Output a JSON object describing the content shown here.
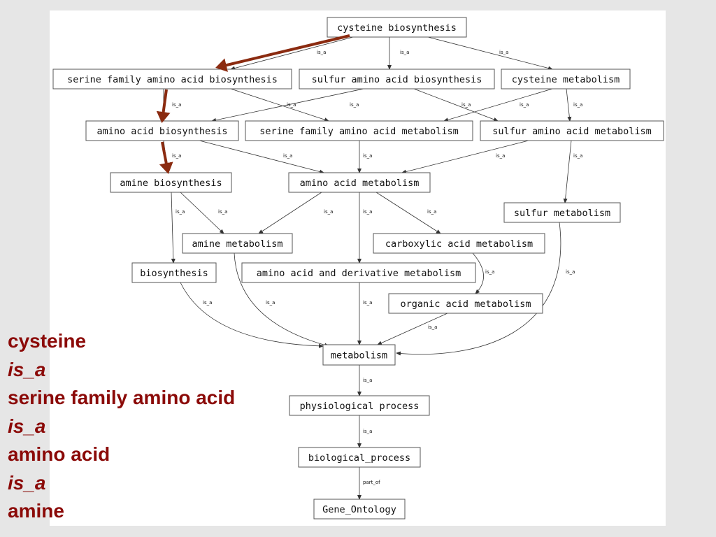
{
  "diagram": {
    "nodes": [
      {
        "id": "cys_bio",
        "label": "cysteine biosynthesis"
      },
      {
        "id": "ser_fam_bio",
        "label": "serine family amino acid biosynthesis"
      },
      {
        "id": "sulf_aa_bio",
        "label": "sulfur amino acid biosynthesis"
      },
      {
        "id": "cys_met",
        "label": "cysteine metabolism"
      },
      {
        "id": "aa_bio",
        "label": "amino acid biosynthesis"
      },
      {
        "id": "ser_fam_met",
        "label": "serine family amino acid metabolism"
      },
      {
        "id": "sulf_aa_met",
        "label": "sulfur amino acid metabolism"
      },
      {
        "id": "amine_bio",
        "label": "amine biosynthesis"
      },
      {
        "id": "aa_met",
        "label": "amino acid metabolism"
      },
      {
        "id": "sulf_met",
        "label": "sulfur metabolism"
      },
      {
        "id": "amine_met",
        "label": "amine metabolism"
      },
      {
        "id": "carbox_met",
        "label": "carboxylic acid metabolism"
      },
      {
        "id": "biosyn",
        "label": "biosynthesis"
      },
      {
        "id": "aa_deriv_met",
        "label": "amino acid and derivative metabolism"
      },
      {
        "id": "org_acid_met",
        "label": "organic acid metabolism"
      },
      {
        "id": "metabolism",
        "label": "metabolism"
      },
      {
        "id": "phys_proc",
        "label": "physiological process"
      },
      {
        "id": "bio_proc",
        "label": "biological_process"
      },
      {
        "id": "gene_ont",
        "label": "Gene_Ontology"
      }
    ],
    "edges": [
      {
        "from": "cys_bio",
        "to": "ser_fam_bio",
        "label": "is_a"
      },
      {
        "from": "cys_bio",
        "to": "sulf_aa_bio",
        "label": "is_a"
      },
      {
        "from": "cys_bio",
        "to": "cys_met",
        "label": "is_a"
      },
      {
        "from": "ser_fam_bio",
        "to": "aa_bio",
        "label": "is_a"
      },
      {
        "from": "ser_fam_bio",
        "to": "ser_fam_met",
        "label": "is_a"
      },
      {
        "from": "sulf_aa_bio",
        "to": "aa_bio",
        "label": "is_a"
      },
      {
        "from": "sulf_aa_bio",
        "to": "sulf_aa_met",
        "label": "is_a"
      },
      {
        "from": "cys_met",
        "to": "ser_fam_met",
        "label": "is_a"
      },
      {
        "from": "cys_met",
        "to": "sulf_aa_met",
        "label": "is_a"
      },
      {
        "from": "aa_bio",
        "to": "amine_bio",
        "label": "is_a"
      },
      {
        "from": "aa_bio",
        "to": "aa_met",
        "label": "is_a"
      },
      {
        "from": "ser_fam_met",
        "to": "aa_met",
        "label": "is_a"
      },
      {
        "from": "sulf_aa_met",
        "to": "aa_met",
        "label": "is_a"
      },
      {
        "from": "sulf_aa_met",
        "to": "sulf_met",
        "label": "is_a"
      },
      {
        "from": "amine_bio",
        "to": "biosyn",
        "label": "is_a"
      },
      {
        "from": "amine_bio",
        "to": "amine_met",
        "label": "is_a"
      },
      {
        "from": "aa_met",
        "to": "amine_met",
        "label": "is_a"
      },
      {
        "from": "aa_met",
        "to": "aa_deriv_met",
        "label": "is_a"
      },
      {
        "from": "aa_met",
        "to": "carbox_met",
        "label": "is_a"
      },
      {
        "from": "carbox_met",
        "to": "org_acid_met",
        "label": "is_a"
      },
      {
        "from": "sulf_met",
        "to": "metabolism",
        "label": "is_a"
      },
      {
        "from": "biosyn",
        "to": "metabolism",
        "label": "is_a"
      },
      {
        "from": "amine_met",
        "to": "metabolism",
        "label": "is_a"
      },
      {
        "from": "aa_deriv_met",
        "to": "metabolism",
        "label": "is_a"
      },
      {
        "from": "org_acid_met",
        "to": "metabolism",
        "label": "is_a"
      },
      {
        "from": "metabolism",
        "to": "phys_proc",
        "label": "is_a"
      },
      {
        "from": "phys_proc",
        "to": "bio_proc",
        "label": "is_a"
      },
      {
        "from": "bio_proc",
        "to": "gene_ont",
        "label": "part_of"
      }
    ],
    "highlight_path": [
      "cys_bio",
      "ser_fam_bio",
      "aa_bio",
      "amine_bio"
    ],
    "highlight_color": "#8b2b10"
  },
  "caption": {
    "lines": [
      {
        "text": "cysteine",
        "italic": false
      },
      {
        "text": "is_a",
        "italic": true
      },
      {
        "text": "serine family amino acid",
        "italic": false
      },
      {
        "text": "is_a",
        "italic": true
      },
      {
        "text": "amino acid",
        "italic": false
      },
      {
        "text": "is_a",
        "italic": true
      },
      {
        "text": "amine",
        "italic": false
      }
    ],
    "color": "#8b0a08"
  }
}
